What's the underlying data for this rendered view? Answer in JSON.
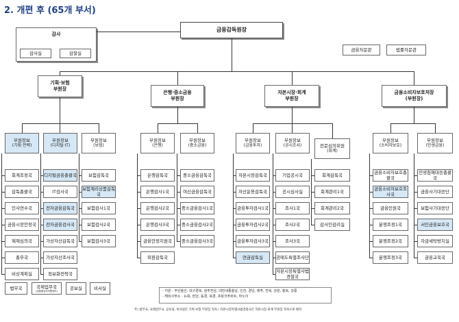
{
  "title": "2. 개편 후 (65개 부서)",
  "chair": "금융감독원장",
  "audit": {
    "head": "감사",
    "units": [
      "감사실",
      "감찰실"
    ]
  },
  "advisors": [
    "금융자문관",
    "법률자문관"
  ],
  "deputies": [
    {
      "l1": "기획·보험",
      "l2": "부원장"
    },
    {
      "l1": "은행·중소금융",
      "l2": "부원장"
    },
    {
      "l1": "자본시장·회계",
      "l2": "부원장"
    },
    {
      "l1": "금융소비자보호처장",
      "l2": "(부원장)"
    }
  ],
  "assistants": [
    {
      "l1": "부원장보",
      "l2": "(기획·전략)"
    },
    {
      "l1": "부원장보",
      "l2": "(디지털·IT)"
    },
    {
      "l1": "부원장보",
      "l2": "(보험)"
    },
    {
      "l1": "부원장보",
      "l2": "(은행)"
    },
    {
      "l1": "부원장보",
      "l2": "(중소금융)"
    },
    {
      "l1": "부원장보",
      "l2": "(금융투자)"
    },
    {
      "l1": "부원장보",
      "l2": "(공시조사)"
    },
    {
      "l1": "전문심의위원",
      "l2": "(회계)"
    },
    {
      "l1": "부원장보",
      "l2": "(소비자보호)"
    },
    {
      "l1": "부원장보",
      "l2": "(민생금융)"
    }
  ],
  "depts": {
    "c1": [
      "회계조정국",
      "감독총괄국",
      "인사연수국",
      "금융시장안정국",
      "제재심의국",
      "총무국",
      "비상계획실"
    ],
    "c2": [
      "디지털금융총괄국",
      "IT검사국",
      "전자금융감독국",
      "전자금융검사국",
      "가상자산감독국",
      "가상자산조사국",
      "정보화전략국"
    ],
    "c3": [
      "보험감독국",
      "보험계리상품감독국",
      "보험검사1국",
      "보험검사2국",
      "보험검사3국"
    ],
    "c4": [
      "은행감독국",
      "은행검사1국",
      "은행검사2국",
      "은행검사3국",
      "금융안정지원국",
      "외환감독국"
    ],
    "c5": [
      "중소금융감독국",
      "여신금융감독국",
      "중소금융검사1국",
      "중소금융검사2국",
      "중소금융검사3국"
    ],
    "c6": [
      "자본시장감독국",
      "자산운용감독국",
      "금융투자검사1국",
      "금융투자검사2국",
      "금융투자검사3국",
      "연금감독실"
    ],
    "c7": [
      "기업공시국",
      "공시심사실",
      "조사1국",
      "조사2국",
      "조사3국",
      "공매도특별조사단",
      "자본시장특별사법경찰국"
    ],
    "c8": [
      "회계감독국",
      "회계관리1국",
      "회계관리2국",
      "감사인감리실"
    ],
    "c9": [
      "금융소비자보호총괄국",
      "금융소비자보호조사국",
      "금융민원국",
      "분쟁조정1국",
      "분쟁조정2국",
      "분쟁조정3국"
    ],
    "c10": [
      "민생침해대응총괄국",
      "금융사기대응단",
      "보험사기대응단",
      "서민금융보호국",
      "자금세탁방지실",
      "금융교육국"
    ]
  },
  "bottom_units": [
    {
      "l1": "법무국",
      "l2": ""
    },
    {
      "l1": "국제업무국",
      "l2": "(금융중심지지원센터)"
    },
    {
      "l1": "공보실",
      "l2": ""
    },
    {
      "l1": "비서실",
      "l2": ""
    }
  ],
  "notes": {
    "line1": "- 지원 : 부산울산, 대구경북, 광주전남, 대전세종충남, 인천, 경남, 제주, 전북, 강원, 충북, 강릉",
    "line2": "- 해외사무소 : 뉴욕, 런던, 동경, 북경, 프랑크푸르트, 하노이",
    "footer": "주) 법무국, 국제업무국, 공보실, 비서실은 기획·보험 부원장 직속 / 자본시장특별사법경찰국은 자본시장·회계 부원장 직속으로 배치"
  }
}
